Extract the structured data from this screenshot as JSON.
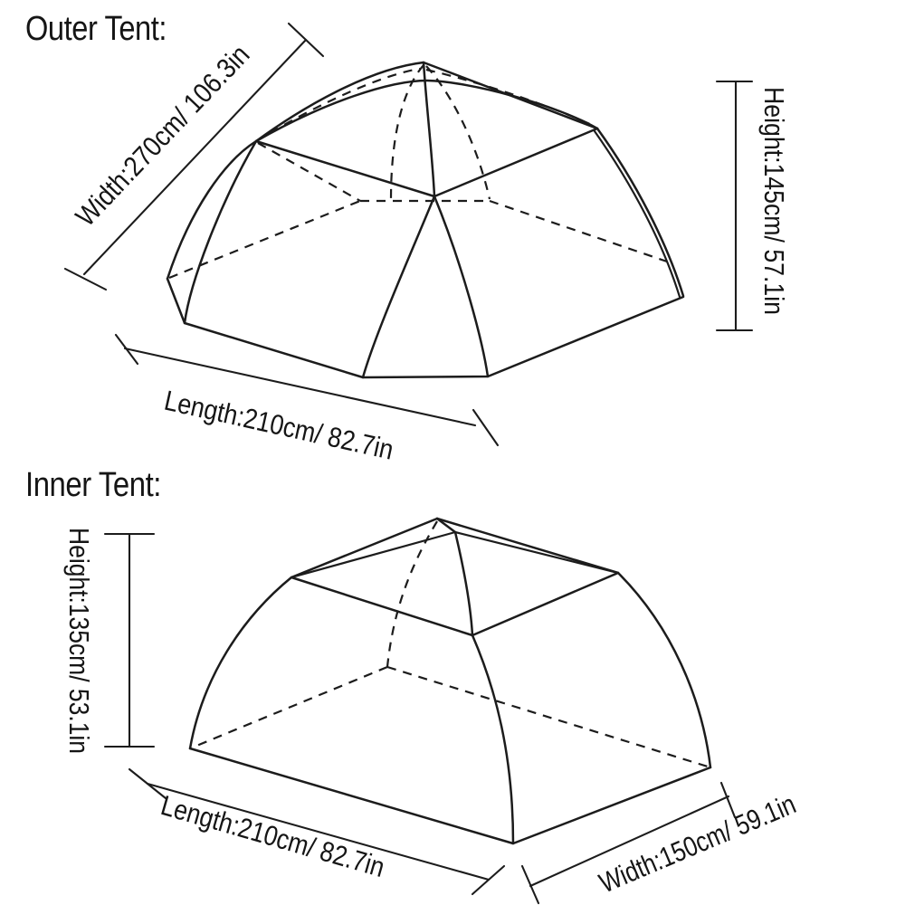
{
  "style": {
    "background": "#ffffff",
    "line_color": "#1c1c1c",
    "text_color": "#151515"
  },
  "outer": {
    "title": "Outer Tent:",
    "width": {
      "name": "Width",
      "cm": 270,
      "inches": 106.3,
      "label": "Width:270cm/ 106.3in"
    },
    "height": {
      "name": "Height",
      "cm": 145,
      "inches": 57.1,
      "label": "Height:145cm/ 57.1in"
    },
    "length": {
      "name": "Length",
      "cm": 210,
      "inches": 82.7,
      "label": "Length:210cm/ 82.7in"
    }
  },
  "inner": {
    "title": "Inner Tent:",
    "height": {
      "name": "Height",
      "cm": 135,
      "inches": 53.1,
      "label": "Height:135cm/ 53.1in"
    },
    "length": {
      "name": "Length",
      "cm": 210,
      "inches": 82.7,
      "label": "Length:210cm/ 82.7in"
    },
    "width": {
      "name": "Width",
      "cm": 150,
      "inches": 59.1,
      "label": "Width:150cm/ 59.1in"
    }
  }
}
